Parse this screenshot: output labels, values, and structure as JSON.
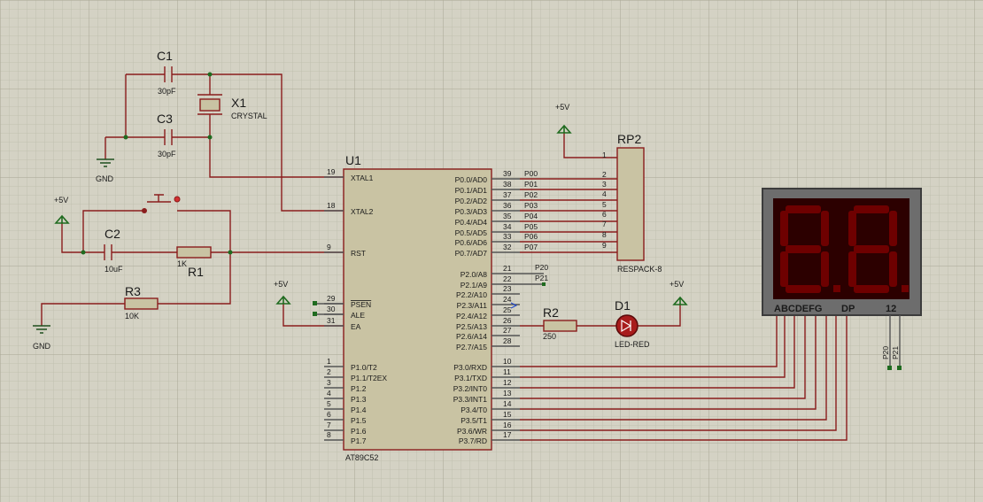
{
  "ic": {
    "ref": "U1",
    "part": "AT89C52",
    "left_pins": [
      {
        "num": "19",
        "name": "XTAL1"
      },
      {
        "num": "18",
        "name": "XTAL2"
      },
      {
        "num": "9",
        "name": "RST"
      },
      {
        "num": "29",
        "name": "PSEN"
      },
      {
        "num": "30",
        "name": "ALE"
      },
      {
        "num": "31",
        "name": "EA"
      },
      {
        "num": "1",
        "name": "P1.0/T2"
      },
      {
        "num": "2",
        "name": "P1.1/T2EX"
      },
      {
        "num": "3",
        "name": "P1.2"
      },
      {
        "num": "4",
        "name": "P1.3"
      },
      {
        "num": "5",
        "name": "P1.4"
      },
      {
        "num": "6",
        "name": "P1.5"
      },
      {
        "num": "7",
        "name": "P1.6"
      },
      {
        "num": "8",
        "name": "P1.7"
      }
    ],
    "right_pins": [
      {
        "num": "39",
        "name": "P0.0/AD0",
        "net": "P00"
      },
      {
        "num": "38",
        "name": "P0.1/AD1",
        "net": "P01"
      },
      {
        "num": "37",
        "name": "P0.2/AD2",
        "net": "P02"
      },
      {
        "num": "36",
        "name": "P0.3/AD3",
        "net": "P03"
      },
      {
        "num": "35",
        "name": "P0.4/AD4",
        "net": "P04"
      },
      {
        "num": "34",
        "name": "P0.5/AD5",
        "net": "P05"
      },
      {
        "num": "33",
        "name": "P0.6/AD6",
        "net": "P06"
      },
      {
        "num": "32",
        "name": "P0.7/AD7",
        "net": "P07"
      },
      {
        "num": "21",
        "name": "P2.0/A8",
        "net": "P20"
      },
      {
        "num": "22",
        "name": "P2.1/A9",
        "net": "P21"
      },
      {
        "num": "23",
        "name": "P2.2/A10",
        "net": ""
      },
      {
        "num": "24",
        "name": "P2.3/A11",
        "net": ""
      },
      {
        "num": "25",
        "name": "P2.4/A12",
        "net": ""
      },
      {
        "num": "26",
        "name": "P2.5/A13",
        "net": ""
      },
      {
        "num": "27",
        "name": "P2.6/A14",
        "net": ""
      },
      {
        "num": "28",
        "name": "P2.7/A15",
        "net": ""
      },
      {
        "num": "10",
        "name": "P3.0/RXD",
        "net": ""
      },
      {
        "num": "11",
        "name": "P3.1/TXD",
        "net": ""
      },
      {
        "num": "12",
        "name": "P3.2/INT0",
        "net": ""
      },
      {
        "num": "13",
        "name": "P3.3/INT1",
        "net": ""
      },
      {
        "num": "14",
        "name": "P3.4/T0",
        "net": ""
      },
      {
        "num": "15",
        "name": "P3.5/T1",
        "net": ""
      },
      {
        "num": "16",
        "name": "P3.6/WR",
        "net": ""
      },
      {
        "num": "17",
        "name": "P3.7/RD",
        "net": ""
      }
    ]
  },
  "c1": {
    "ref": "C1",
    "value": "30pF"
  },
  "c3": {
    "ref": "C3",
    "value": "30pF"
  },
  "x1": {
    "ref": "X1",
    "value": "CRYSTAL"
  },
  "c2": {
    "ref": "C2",
    "value": "10uF"
  },
  "r1": {
    "ref": "R1",
    "value": "1K"
  },
  "r3": {
    "ref": "R3",
    "value": "10K"
  },
  "r2": {
    "ref": "R2",
    "value": "250"
  },
  "d1": {
    "ref": "D1",
    "value": "LED-RED"
  },
  "rp2": {
    "ref": "RP2",
    "value": "RESPACK-8",
    "pins": [
      "1",
      "2",
      "3",
      "4",
      "5",
      "6",
      "7",
      "8",
      "9"
    ]
  },
  "power": {
    "vcc": "+5V",
    "gnd": "GND"
  },
  "display": {
    "seg_label": "ABCDEFG",
    "dp_label": "DP",
    "digit_label": "12",
    "common_nets": [
      "P20",
      "P21"
    ]
  }
}
